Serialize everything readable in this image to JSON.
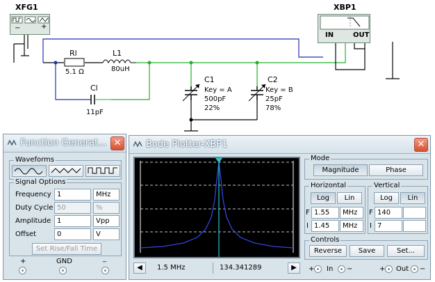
{
  "schematic": {
    "xfg_label": "XFG1",
    "xbp_label": "XBP1",
    "xbp_in": "IN",
    "xbp_out": "OUT",
    "xfg_minus": "−",
    "xfg_plus": "+",
    "r1_name": "Rl",
    "r1_value": "5.1 Ω",
    "l1_name": "L1",
    "l1_value": "80uH",
    "c_name": "Cl",
    "c_value": "11pF",
    "c1_name": "C1",
    "c1_key": "Key = A",
    "c1_value": "500pF",
    "c1_percent": "22%",
    "c2_name": "C2",
    "c2_key": "Key = B",
    "c2_value": "25pF",
    "c2_percent": "78%"
  },
  "function_generator": {
    "title": "Function Generat...",
    "close": "✕",
    "waveforms_title": "Waveforms",
    "signal_options_title": "Signal Options",
    "frequency_label": "Frequency",
    "frequency_value": "1",
    "frequency_unit": "MHz",
    "duty_label": "Duty Cycle",
    "duty_value": "50",
    "duty_unit": "%",
    "amplitude_label": "Amplitude",
    "amplitude_value": "1",
    "amplitude_unit": "Vpp",
    "offset_label": "Offset",
    "offset_value": "0",
    "offset_unit": "V",
    "rise_fall_button": "Set Rise/Fall Time",
    "term_plus": "+",
    "term_gnd": "GND",
    "term_minus": "_"
  },
  "bode": {
    "title": "Bode Plotter-XBP1",
    "close": "✕",
    "cursor_freq": "1.5 MHz",
    "cursor_value": "134.341289",
    "mode_title": "Mode",
    "magnitude_button": "Magnitude",
    "phase_button": "Phase",
    "horizontal_title": "Horizontal",
    "vertical_title": "Vertical",
    "log_label": "Log",
    "lin_label": "Lin",
    "h_f_label": "F",
    "h_f_value": "1.55",
    "h_f_unit": "MHz",
    "h_i_label": "I",
    "h_i_value": "1.45",
    "h_i_unit": "MHz",
    "v_f_label": "F",
    "v_f_value": "140",
    "v_i_label": "I",
    "v_i_value": "7",
    "controls_title": "Controls",
    "reverse_button": "Reverse",
    "save_button": "Save",
    "set_button": "Set...",
    "in_label": "In",
    "out_label": "Out",
    "plus": "+",
    "minus": "−",
    "arrow_left": "◀",
    "arrow_right": "▶"
  },
  "colors": {
    "wire_blue": "#1f2fb0",
    "wire_green": "#22b02a",
    "trace": "#3344dd",
    "cursor": "#29c4c9"
  }
}
